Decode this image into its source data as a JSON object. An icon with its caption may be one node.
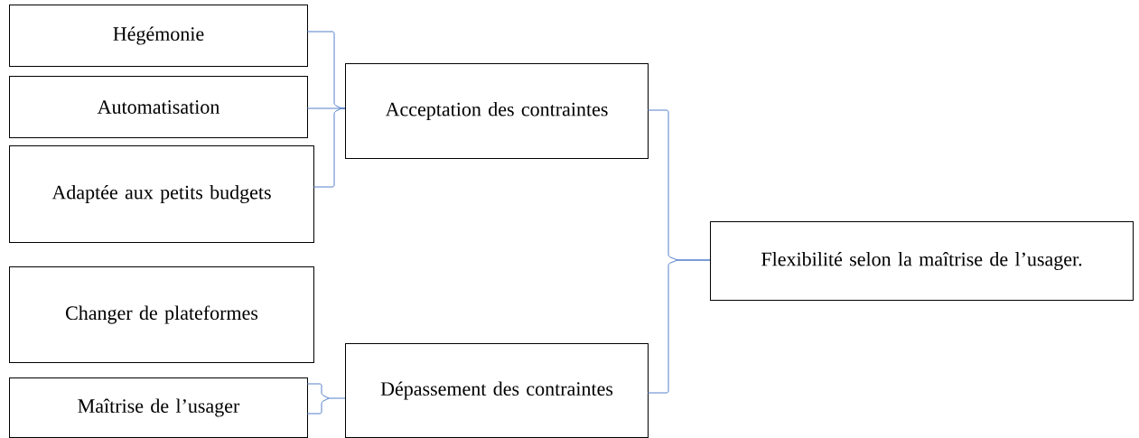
{
  "diagram": {
    "nodes": [
      {
        "text": [
          "Hégémonie"
        ]
      },
      {
        "text": [
          "Automatisation"
        ]
      },
      {
        "text": [
          "Adaptée aux petits budgets"
        ]
      },
      {
        "text": [
          "Changer de plateformes"
        ]
      },
      {
        "text": [
          "Maîtrise de l’usager"
        ]
      },
      {
        "text": [
          "Acceptation des contraintes"
        ]
      },
      {
        "text": [
          "Dépassement des contraintes"
        ]
      },
      {
        "text": [
          "Flexibilité selon la maîtrise de l’usager."
        ]
      }
    ],
    "edges": [
      {
        "from": 0,
        "to": 5,
        "arrow": "none"
      },
      {
        "from": 1,
        "to": 5,
        "arrow": "none"
      },
      {
        "from": 2,
        "to": 5,
        "arrow": "none"
      },
      {
        "from": 4,
        "to": 6,
        "arrow": "none"
      },
      {
        "from": 5,
        "to": 7,
        "arrow": "none"
      },
      {
        "from": 6,
        "to": 7,
        "arrow": "none"
      }
    ]
  }
}
